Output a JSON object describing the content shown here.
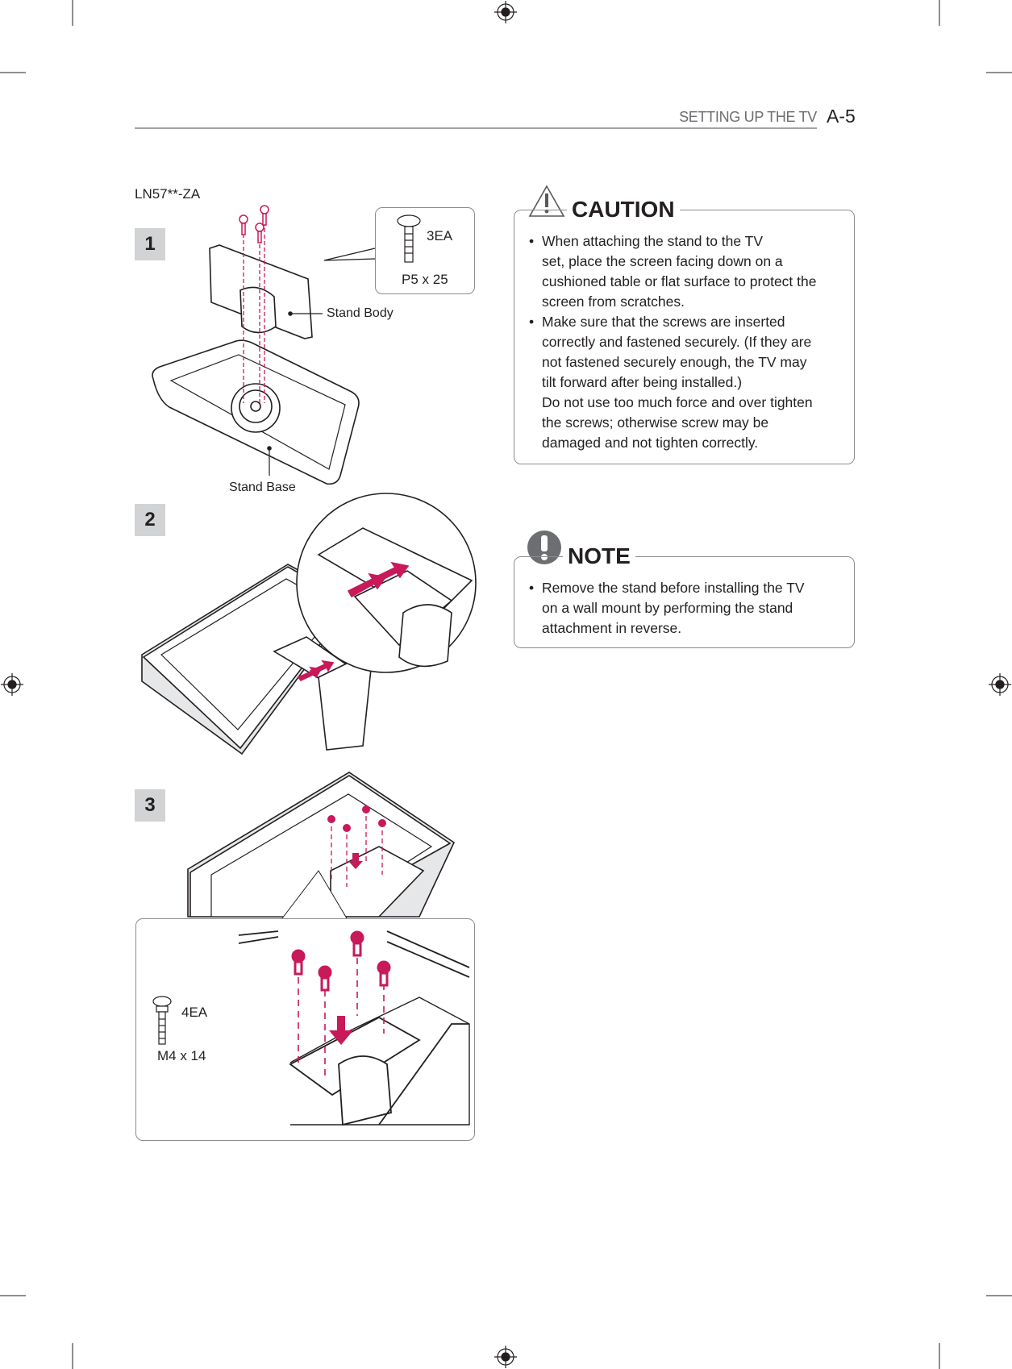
{
  "header": {
    "section_title": "SETTING UP THE TV",
    "page_number": "A-5"
  },
  "model": "LN57**-ZA",
  "steps": [
    {
      "number": "1",
      "screw_qty": "3EA",
      "screw_spec": "P5 x 25",
      "labels": {
        "stand_body": "Stand Body",
        "stand_base": "Stand Base"
      }
    },
    {
      "number": "2"
    },
    {
      "number": "3",
      "screw_qty": "4EA",
      "screw_spec": "M4 x 14"
    }
  ],
  "caution": {
    "title": "CAUTION",
    "lines": [
      "When attaching the stand to the TV",
      "set, place the screen facing down on a",
      "cushioned table or flat surface to protect the",
      "screen from scratches.",
      "Make sure that the screws are inserted",
      "correctly and fastened securely. (If they are",
      "not fastened securely enough, the TV may",
      "tilt forward after being installed.)",
      "Do not use too much force and over tighten",
      "the screws; otherwise screw may be",
      "damaged and not tighten correctly."
    ]
  },
  "note": {
    "title": "NOTE",
    "lines": [
      "Remove the stand before installing the TV",
      "on a wall mount by performing the stand",
      "attachment in reverse."
    ]
  },
  "colors": {
    "accent": "#c8195a",
    "step_bg": "#d1d3d4",
    "border": "#8a8c8e"
  }
}
